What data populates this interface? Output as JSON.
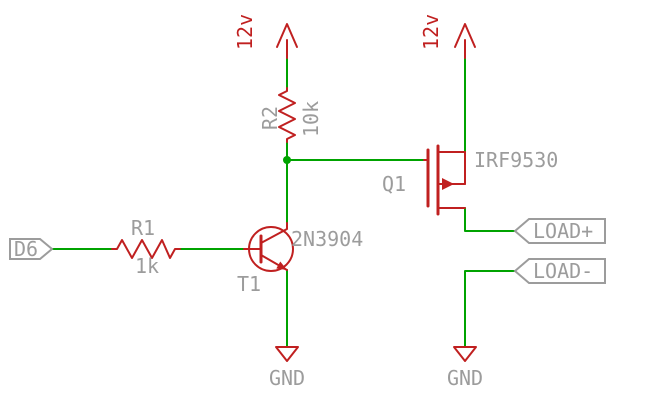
{
  "schematic": {
    "description": "transistor-driven P-channel MOSFET high-side switch schematic",
    "colors": {
      "background": "#ffffff",
      "wire": "#00a300",
      "component": "#c02020",
      "label": "#9c9c9c"
    },
    "power_left": {
      "label": "12v"
    },
    "power_right": {
      "label": "12v"
    },
    "r1": {
      "ref": "R1",
      "value": "1k"
    },
    "r2": {
      "ref": "R2",
      "value": "10k"
    },
    "t1": {
      "ref": "T1",
      "part": "2N3904"
    },
    "q1": {
      "ref": "Q1",
      "part": "IRF9530"
    },
    "input_flag": {
      "label": "D6"
    },
    "load_pos_flag": {
      "label": "LOAD+"
    },
    "load_neg_flag": {
      "label": "LOAD-"
    },
    "gnd_left": {
      "label": "GND"
    },
    "gnd_right": {
      "label": "GND"
    }
  }
}
